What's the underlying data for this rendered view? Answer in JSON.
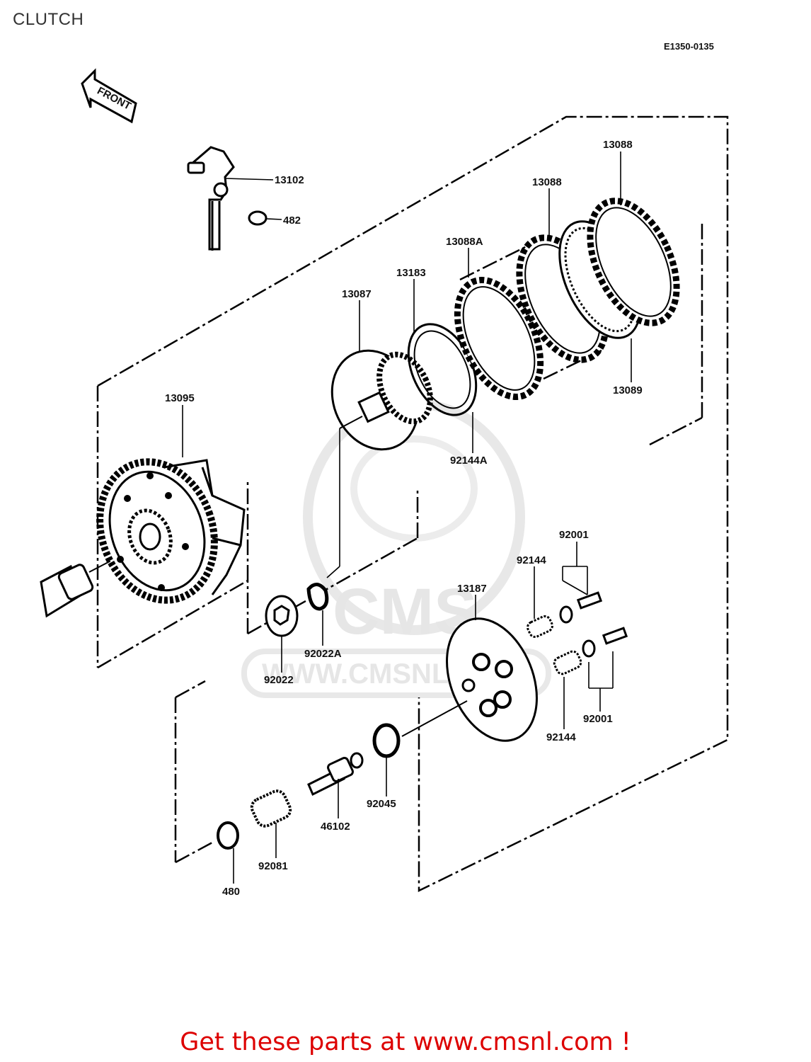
{
  "header": {
    "title": "CLUTCH",
    "diagram_code": "E1350-0135"
  },
  "arrow": {
    "label": "FRONT"
  },
  "parts": {
    "p13102": "13102",
    "p482": "482",
    "p13088_top": "13088",
    "p13088_mid": "13088",
    "p13088A": "13088A",
    "p13183": "13183",
    "p13087": "13087",
    "p13089": "13089",
    "p13095": "13095",
    "p92144A": "92144A",
    "p92001_top": "92001",
    "p92144_top": "92144",
    "p13187": "13187",
    "p92022A": "92022A",
    "p92022": "92022",
    "p92001_bot": "92001",
    "p92144_bot": "92144",
    "p92045": "92045",
    "p46102": "46102",
    "p92081": "92081",
    "p480": "480"
  },
  "watermark": {
    "logo": "CMS",
    "url": "WWW.CMSNL.COM"
  },
  "footer": {
    "cta": "Get these parts at www.cmsnl.com !"
  },
  "colors": {
    "footer_text": "#dd0000",
    "line": "#000000",
    "watermark": "#e6e6e6"
  }
}
